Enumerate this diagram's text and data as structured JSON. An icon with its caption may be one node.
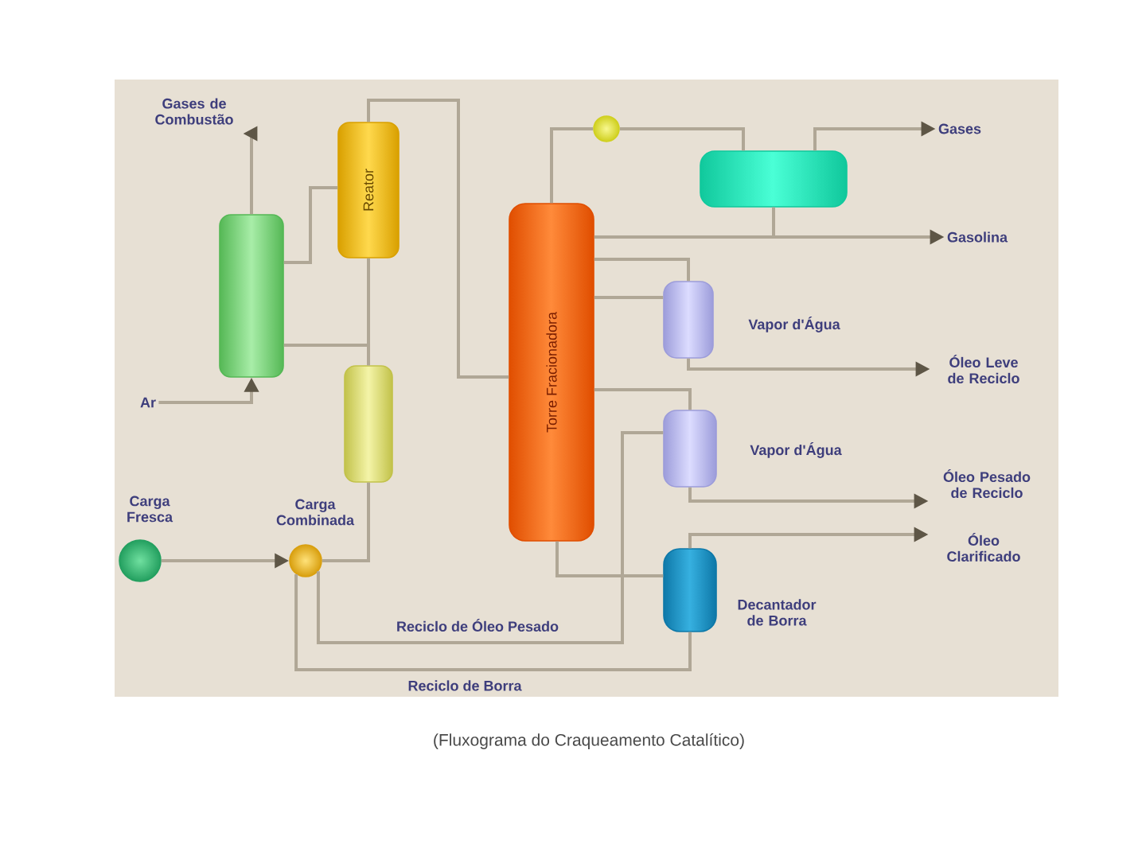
{
  "diagram": {
    "caption": "(Fluxograma do Craqueamento Catalítico)",
    "nodes": [
      {
        "text": [
          "Gases de Combustão"
        ]
      },
      {
        "text": [],
        "shape": "cylinder"
      },
      {
        "text": [
          "Reator"
        ]
      },
      {
        "text": [],
        "shape": "cylinder"
      },
      {
        "text": [
          "Ar"
        ]
      },
      {
        "text": [],
        "shape": "circle",
        "beside": [
          "Carga Fresca"
        ]
      },
      {
        "text": [],
        "shape": "circle",
        "beside": [
          "Carga Combinada"
        ]
      },
      {
        "text": [
          "Torre Fracionadora"
        ]
      },
      {
        "text": [],
        "shape": "circle"
      },
      {
        "text": [],
        "shape": "cylinder"
      },
      {
        "text": [
          "Gases"
        ]
      },
      {
        "text": [
          "Gasolina"
        ]
      },
      {
        "text": [],
        "shape": "cylinder",
        "beside": [
          "Vapor d'Água"
        ]
      },
      {
        "text": [
          "Óleo Leve de Reciclo"
        ]
      },
      {
        "text": [],
        "shape": "cylinder",
        "beside": [
          "Vapor d'Água"
        ]
      },
      {
        "text": [
          "Óleo Pesado de Reciclo"
        ]
      },
      {
        "text": [],
        "shape": "cylinder",
        "beside": [
          "Decantador de Borra"
        ]
      },
      {
        "text": [
          "Óleo Clarificado"
        ]
      }
    ],
    "edges": [
      {
        "from": 1,
        "to": 0,
        "arrow": "to"
      },
      {
        "from": 4,
        "to": 1,
        "arrow": "to"
      },
      {
        "from": 1,
        "to": 2,
        "arrow": "none"
      },
      {
        "from": 1,
        "to": 3,
        "arrow": "none"
      },
      {
        "from": 2,
        "to": 3,
        "arrow": "none"
      },
      {
        "from": 2,
        "to": 7,
        "arrow": "none"
      },
      {
        "from": 5,
        "to": 6,
        "arrow": "to"
      },
      {
        "from": 6,
        "to": 3,
        "arrow": "none"
      },
      {
        "from": 7,
        "to": 8,
        "arrow": "none"
      },
      {
        "from": 8,
        "to": 9,
        "arrow": "none"
      },
      {
        "from": 9,
        "to": 10,
        "arrow": "to"
      },
      {
        "from": 9,
        "to": 11,
        "arrow": "to"
      },
      {
        "from": 9,
        "to": 7,
        "arrow": "none"
      },
      {
        "from": 7,
        "to": 12,
        "arrow": "none"
      },
      {
        "from": 12,
        "to": 7,
        "arrow": "none"
      },
      {
        "from": 12,
        "to": 13,
        "arrow": "to"
      },
      {
        "from": 7,
        "to": 14,
        "arrow": "none"
      },
      {
        "from": 14,
        "to": 15,
        "arrow": "to"
      },
      {
        "from": 14,
        "to": 6,
        "arrow": "none",
        "label": "Reciclo de Óleo Pesado"
      },
      {
        "from": 7,
        "to": 16,
        "arrow": "none"
      },
      {
        "from": 16,
        "to": 17,
        "arrow": "to"
      },
      {
        "from": 16,
        "to": 6,
        "arrow": "none",
        "label": "Reciclo de Borra"
      }
    ]
  }
}
